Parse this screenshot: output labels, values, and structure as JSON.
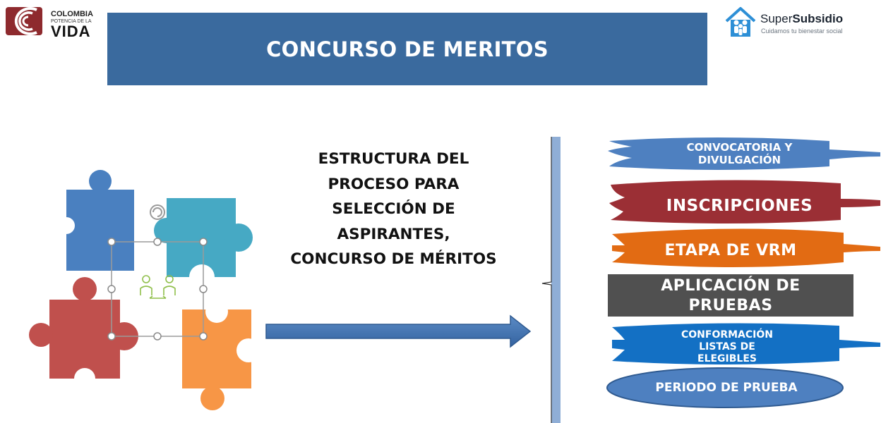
{
  "header": {
    "title": "CONCURSO DE MERITOS"
  },
  "logos": {
    "colombia": {
      "line1": "COLOMBIA",
      "line2": "POTENCIA DE LA",
      "line3": "VIDA"
    },
    "supersubsidio": {
      "name_regular": "Super",
      "name_bold": "Subsidio",
      "tagline": "Cuidamos tu bienestar social"
    }
  },
  "center": {
    "title_lines": [
      "ESTRUCTURA DEL",
      "PROCESO PARA",
      "SELECCIÓN DE",
      "ASPIRANTES,",
      "CONCURSO DE MÉRITOS"
    ]
  },
  "steps": [
    {
      "lines": [
        "CONVOCATORIA Y",
        "DIVULGACIÓN"
      ],
      "color": "#4e80c0"
    },
    {
      "lines": [
        "INSCRIPCIONES"
      ],
      "color": "#9b2f35"
    },
    {
      "lines": [
        "ETAPA DE VRM"
      ],
      "color": "#e26b13"
    },
    {
      "lines": [
        "APLICACIÓN DE",
        "PRUEBAS"
      ],
      "color": "#505050"
    },
    {
      "lines": [
        "CONFORMACIÓN",
        "LISTAS DE",
        "ELEGIBLES"
      ],
      "color": "#1370c4"
    },
    {
      "lines": [
        "PERIODO DE PRUEBA"
      ],
      "color": "#4e80c0"
    }
  ],
  "colors": {
    "header_band": "#3a6a9e",
    "puzzle_blue": "#4a80c0",
    "puzzle_teal": "#46a9c4",
    "puzzle_red": "#c0504d",
    "puzzle_orange": "#f79646",
    "arrow": "#3f72ae",
    "brace": "#8faed6"
  },
  "icons": [
    "people-icon",
    "rotate-handle-icon",
    "colombia-logo-icon",
    "supersubsidio-logo-icon"
  ]
}
